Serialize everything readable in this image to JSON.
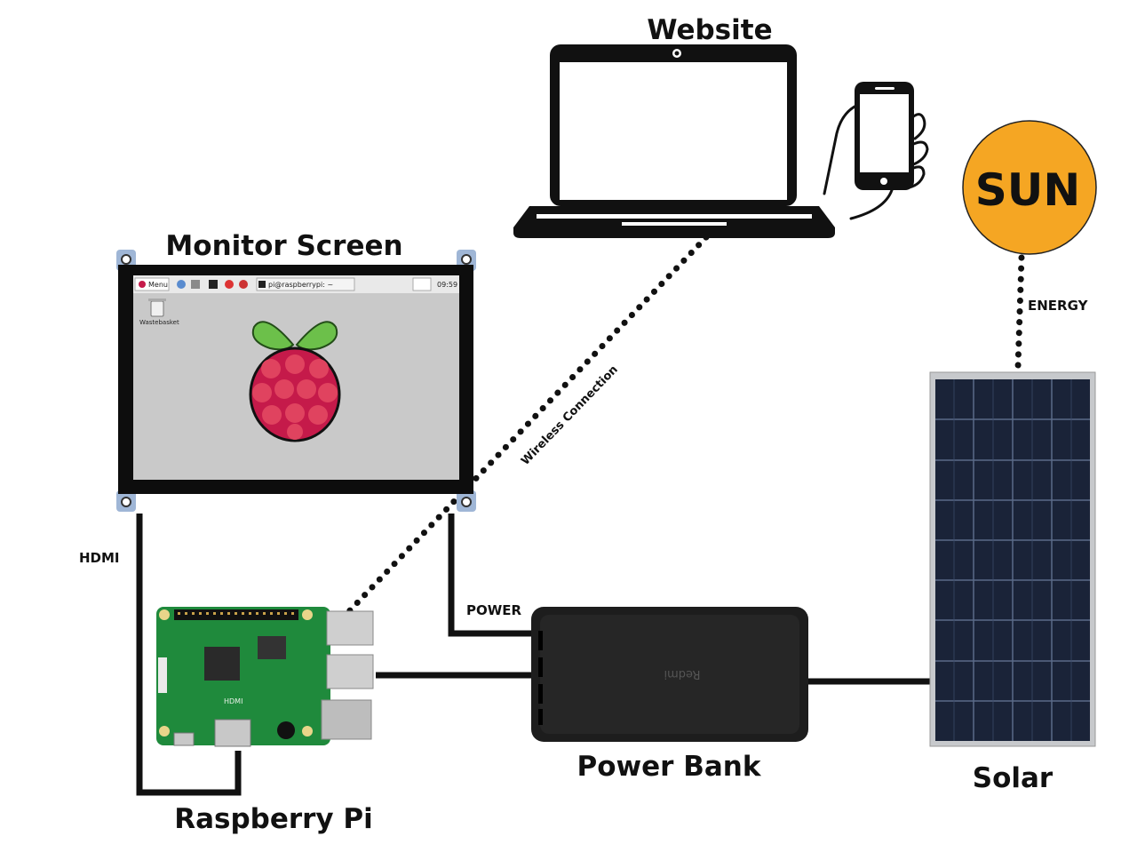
{
  "labels": {
    "website": "Website",
    "monitor_screen": "Monitor Screen",
    "raspberry_pi": "Raspberry Pi",
    "power_bank": "Power Bank",
    "solar": "Solar",
    "sun": "SUN",
    "hdmi": "HDMI",
    "power": "POWER",
    "energy": "ENERGY",
    "wireless": "Wireless Connection"
  },
  "monitor_desktop": {
    "menu": "Menu",
    "terminal": "pi@raspberrypi: ~",
    "clock": "09:59",
    "wastebasket": "Wastebasket"
  },
  "device_text": {
    "power_bank_brand": "Redmi",
    "pi_hdmi": "HDMI"
  },
  "colors": {
    "sun": "#f5a623",
    "panel_cell": "#1a2338",
    "raspberry": "#c51a4a",
    "leaf": "#6cc04a",
    "pcb": "#1f8a3c",
    "power_bank": "#1d1d1d"
  }
}
